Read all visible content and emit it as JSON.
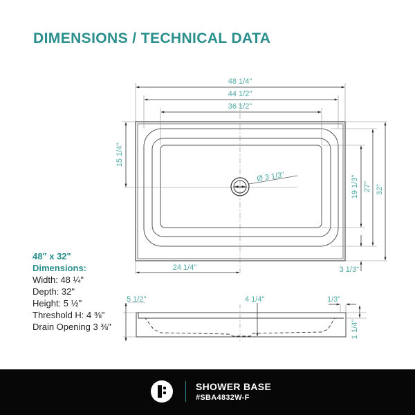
{
  "title": "DIMENSIONS / TECHNICAL DATA",
  "top_view": {
    "width_overall": "48 1/4\"",
    "width_mid": "44 1/2\"",
    "width_inner": "36 1/2\"",
    "drain_offset_y": "15 1/4\"",
    "drain_diameter": "Ø 3 1/3\"",
    "drain_offset_x": "24 1/4\"",
    "depth_inner": "19 1/3\"",
    "depth_mid": "27\"",
    "depth_overall": "32\"",
    "threshold_offset": "3 1/3\""
  },
  "side_view": {
    "height": "5 1/2\"",
    "drain_height": "4 1/4\"",
    "lip_width": "1/3\"",
    "lip_height": "1 1/4\""
  },
  "specs": {
    "size": "48\" x 32\"",
    "heading": "Dimensions:",
    "lines": [
      "Width: 48 ¼\"",
      "Depth: 32\"",
      "Height: 5 ½\"",
      "Threshold H: 4 ⅜\"",
      "Drain Opening 3 ⅜\""
    ]
  },
  "footer": {
    "product_name": "SHOWER BASE",
    "sku": "#SBA4832W-F",
    "logo_icon": "brand-logo-icon"
  },
  "colors": {
    "accent": "#2a8f8c",
    "dimension_text": "#4ea9a5",
    "footer_bg": "#070707",
    "line": "#555555"
  }
}
